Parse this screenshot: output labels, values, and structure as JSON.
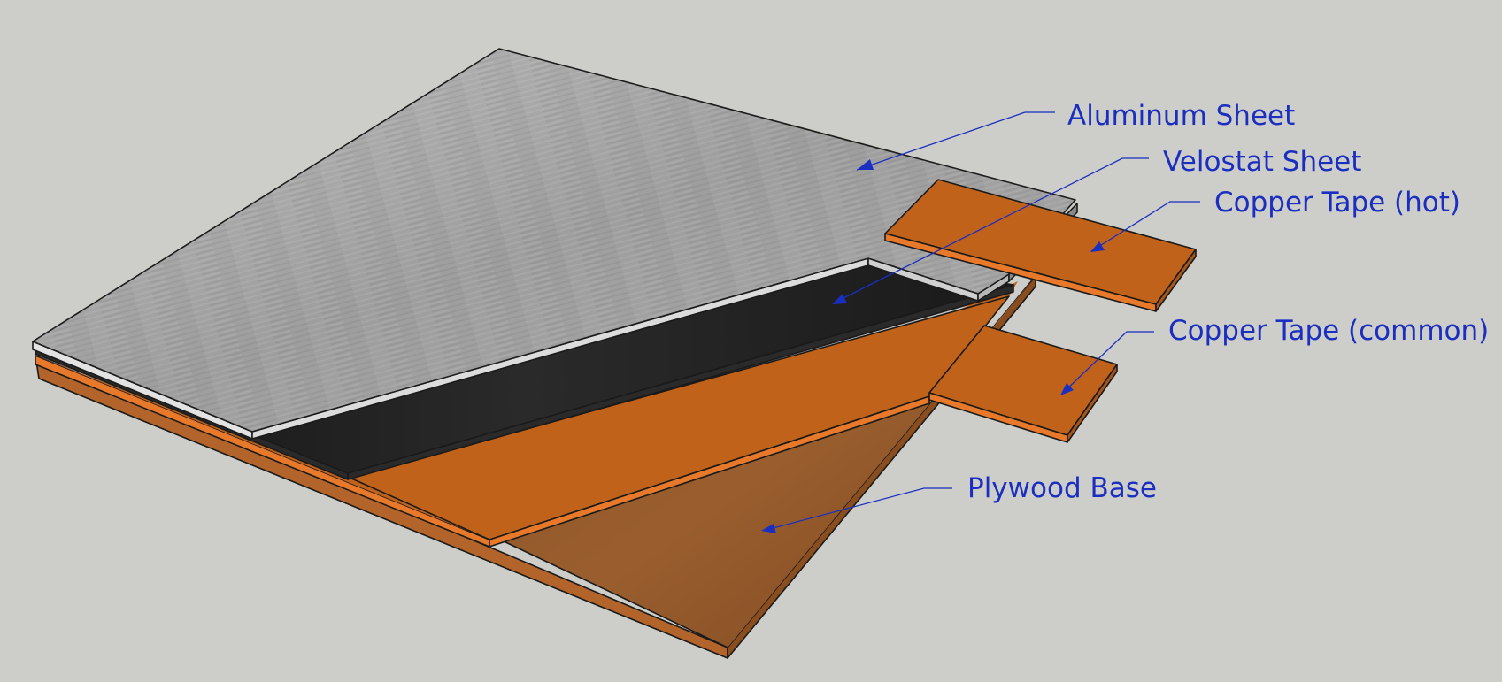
{
  "labels": [
    {
      "key": "aluminum",
      "text": "Aluminum Sheet"
    },
    {
      "key": "velostat",
      "text": "Velostat Sheet"
    },
    {
      "key": "copper_hot",
      "text": "Copper Tape (hot)"
    },
    {
      "key": "copper_common",
      "text": "Copper Tape (common)"
    },
    {
      "key": "plywood",
      "text": "Plywood Base"
    }
  ],
  "colors": {
    "background": "#cdcdc9",
    "aluminum": "#a8a8a8",
    "velostat": "#1b1b1b",
    "copper": "#c0621a",
    "copper_edge": "#e8792a",
    "plywood": "#8c5428",
    "label": "#1a2ec0"
  }
}
